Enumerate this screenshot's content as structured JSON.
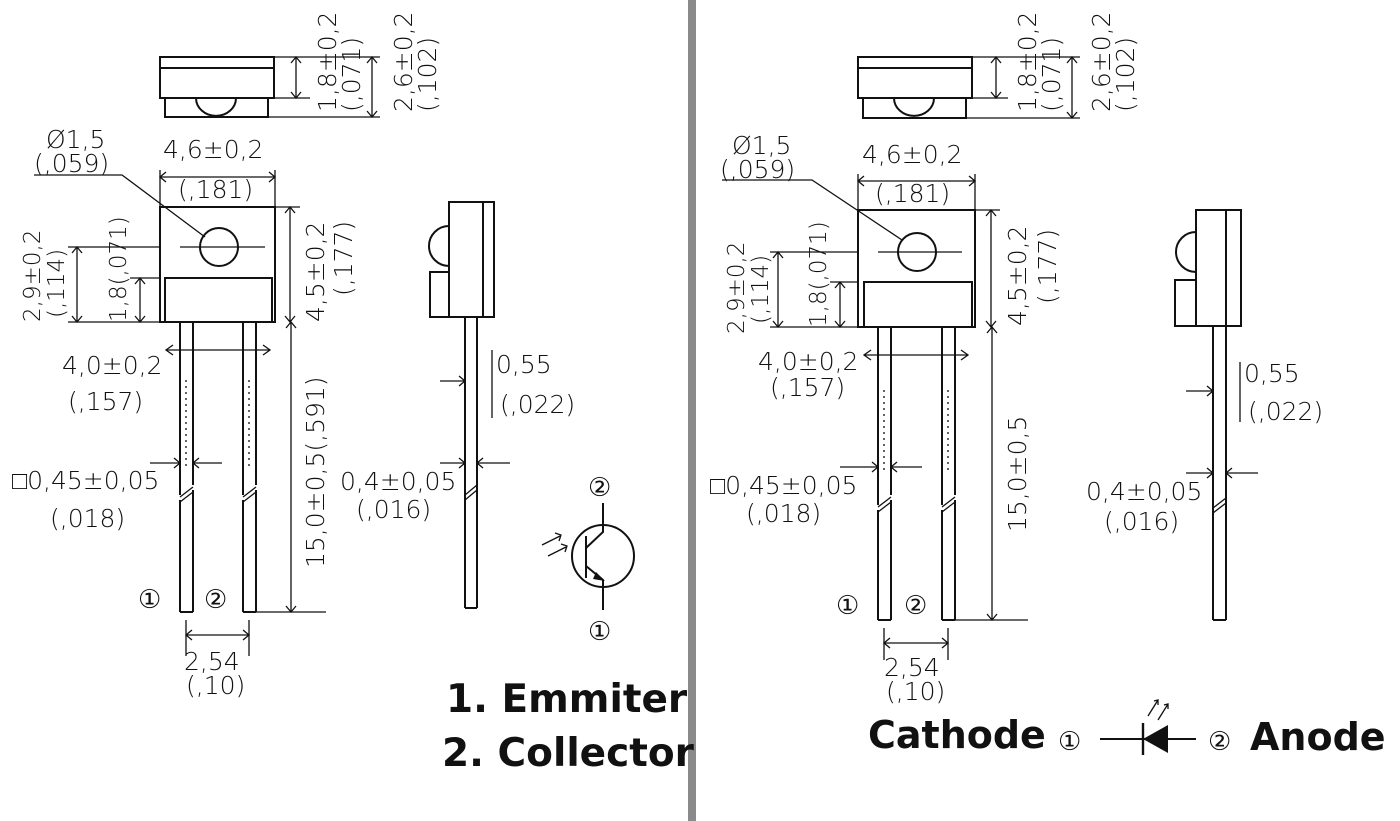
{
  "left": {
    "dims": {
      "d1": "Ø1,5",
      "d1_in": "(,059)",
      "width": "4,6±0,2",
      "width_in": "(,181)",
      "top_h1": "1,8±0,2",
      "top_h1_in": "(,071)",
      "top_h2": "2,6±0,2",
      "top_h2_in": "(,102)",
      "h29": "2,9±0,2",
      "h29_in": "(,114)",
      "h18": "1,8(,071)",
      "h45": "4,5±0,2",
      "h45_in": "(,177)",
      "pitch40": "4,0±0,2",
      "pitch40_in": "(,157)",
      "lead_len": "15,0±0,5(,591)",
      "lead_sq": "□0,45±0,05",
      "lead_sq_in": "(,018)",
      "pitch254": "2,54",
      "pitch254_in": "(,10)",
      "side_w": "0,55",
      "side_w_in": "(,022)",
      "side_t": "0,4±0,05",
      "side_t_in": "(,016)"
    },
    "pins": {
      "p1": "①",
      "p2": "②"
    },
    "legend": {
      "line1": "1. Emmiter",
      "line2": "2. Collector"
    }
  },
  "right": {
    "dims": {
      "d1": "Ø1,5",
      "d1_in": "(,059)",
      "width": "4,6±0,2",
      "width_in": "(,181)",
      "top_h1": "1,8±0,2",
      "top_h1_in": "(,071)",
      "top_h2": "2,6±0,2",
      "top_h2_in": "(,102)",
      "h29": "2,9±0,2",
      "h29_in": "(,114)",
      "h18": "1,8(,071)",
      "h45": "4,5±0,2",
      "h45_in": "(,177)",
      "pitch40": "4,0±0,2",
      "pitch40_in": "(,157)",
      "lead_len": "15,0±0,5",
      "lead_sq": "□0,45±0,05",
      "lead_sq_in": "(,018)",
      "pitch254": "2,54",
      "pitch254_in": "(,10)",
      "side_w": "0,55",
      "side_w_in": "(,022)",
      "side_t": "0,4±0,05",
      "side_t_in": "(,016)"
    },
    "pins": {
      "p1": "①",
      "p2": "②"
    },
    "legend": {
      "cathode": "Cathode",
      "anode": "Anode"
    }
  },
  "colors": {
    "line": "#111111",
    "divider": "#8a8a8a",
    "background": "#ffffff"
  }
}
